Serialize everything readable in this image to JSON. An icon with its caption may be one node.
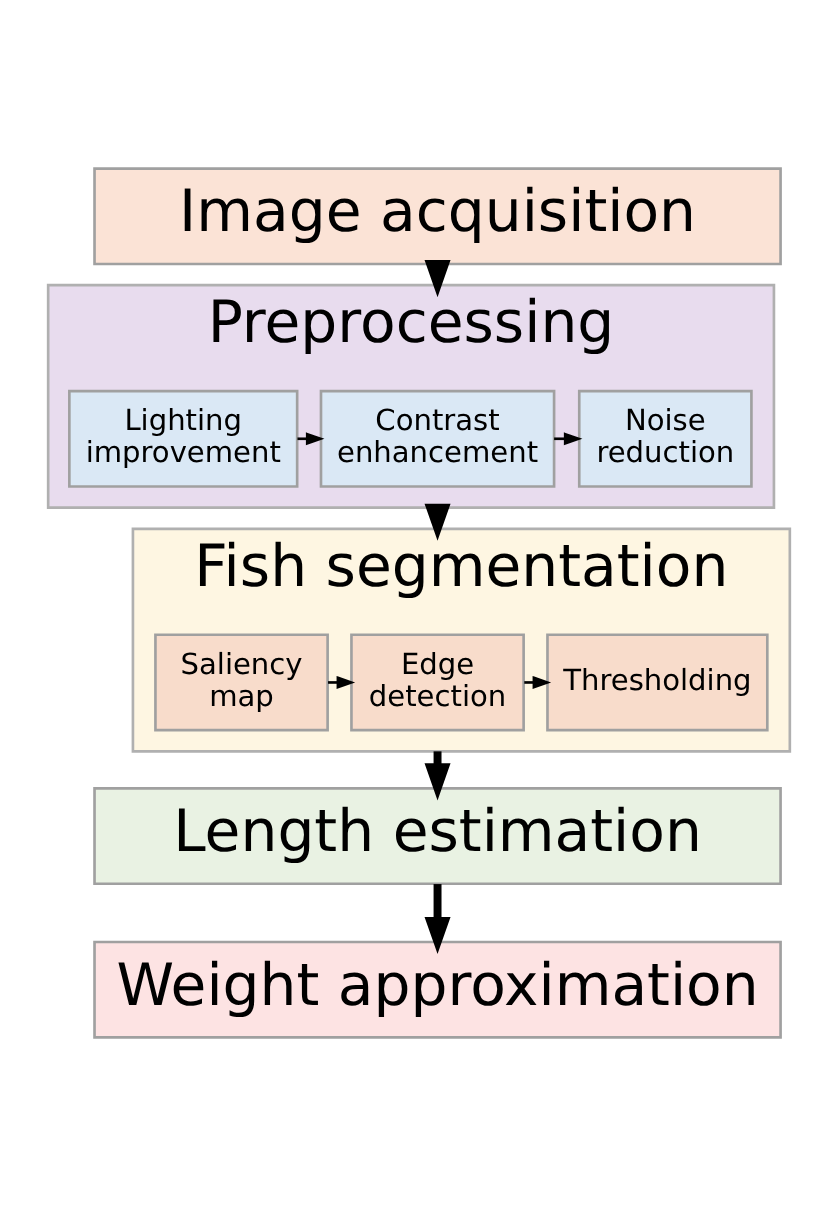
{
  "diagram": {
    "nodes": [
      {
        "text": [
          "Image acquisition"
        ]
      },
      {
        "text": [
          "Preprocessing"
        ]
      },
      {
        "text": [
          "Lighting improvement"
        ],
        "in": 1
      },
      {
        "text": [
          "Contrast enhancement"
        ],
        "in": 1
      },
      {
        "text": [
          "Noise reduction"
        ],
        "in": 1
      },
      {
        "text": [
          "Fish segmentation"
        ]
      },
      {
        "text": [
          "Saliency map"
        ],
        "in": 5
      },
      {
        "text": [
          "Edge detection"
        ],
        "in": 5
      },
      {
        "text": [
          "Thresholding"
        ],
        "in": 5
      },
      {
        "text": [
          "Length estimation"
        ]
      },
      {
        "text": [
          "Weight approximation"
        ]
      }
    ],
    "edges": [
      {
        "from": 0,
        "to": 1,
        "arrow": "to",
        "style": "thick"
      },
      {
        "from": 2,
        "to": 3,
        "arrow": "to"
      },
      {
        "from": 3,
        "to": 4,
        "arrow": "to"
      },
      {
        "from": 1,
        "to": 5,
        "arrow": "to",
        "style": "thick"
      },
      {
        "from": 6,
        "to": 7,
        "arrow": "to"
      },
      {
        "from": 7,
        "to": 8,
        "arrow": "to"
      },
      {
        "from": 5,
        "to": 9,
        "arrow": "to",
        "style": "thick"
      },
      {
        "from": 9,
        "to": 10,
        "arrow": "to",
        "style": "thick"
      }
    ]
  }
}
